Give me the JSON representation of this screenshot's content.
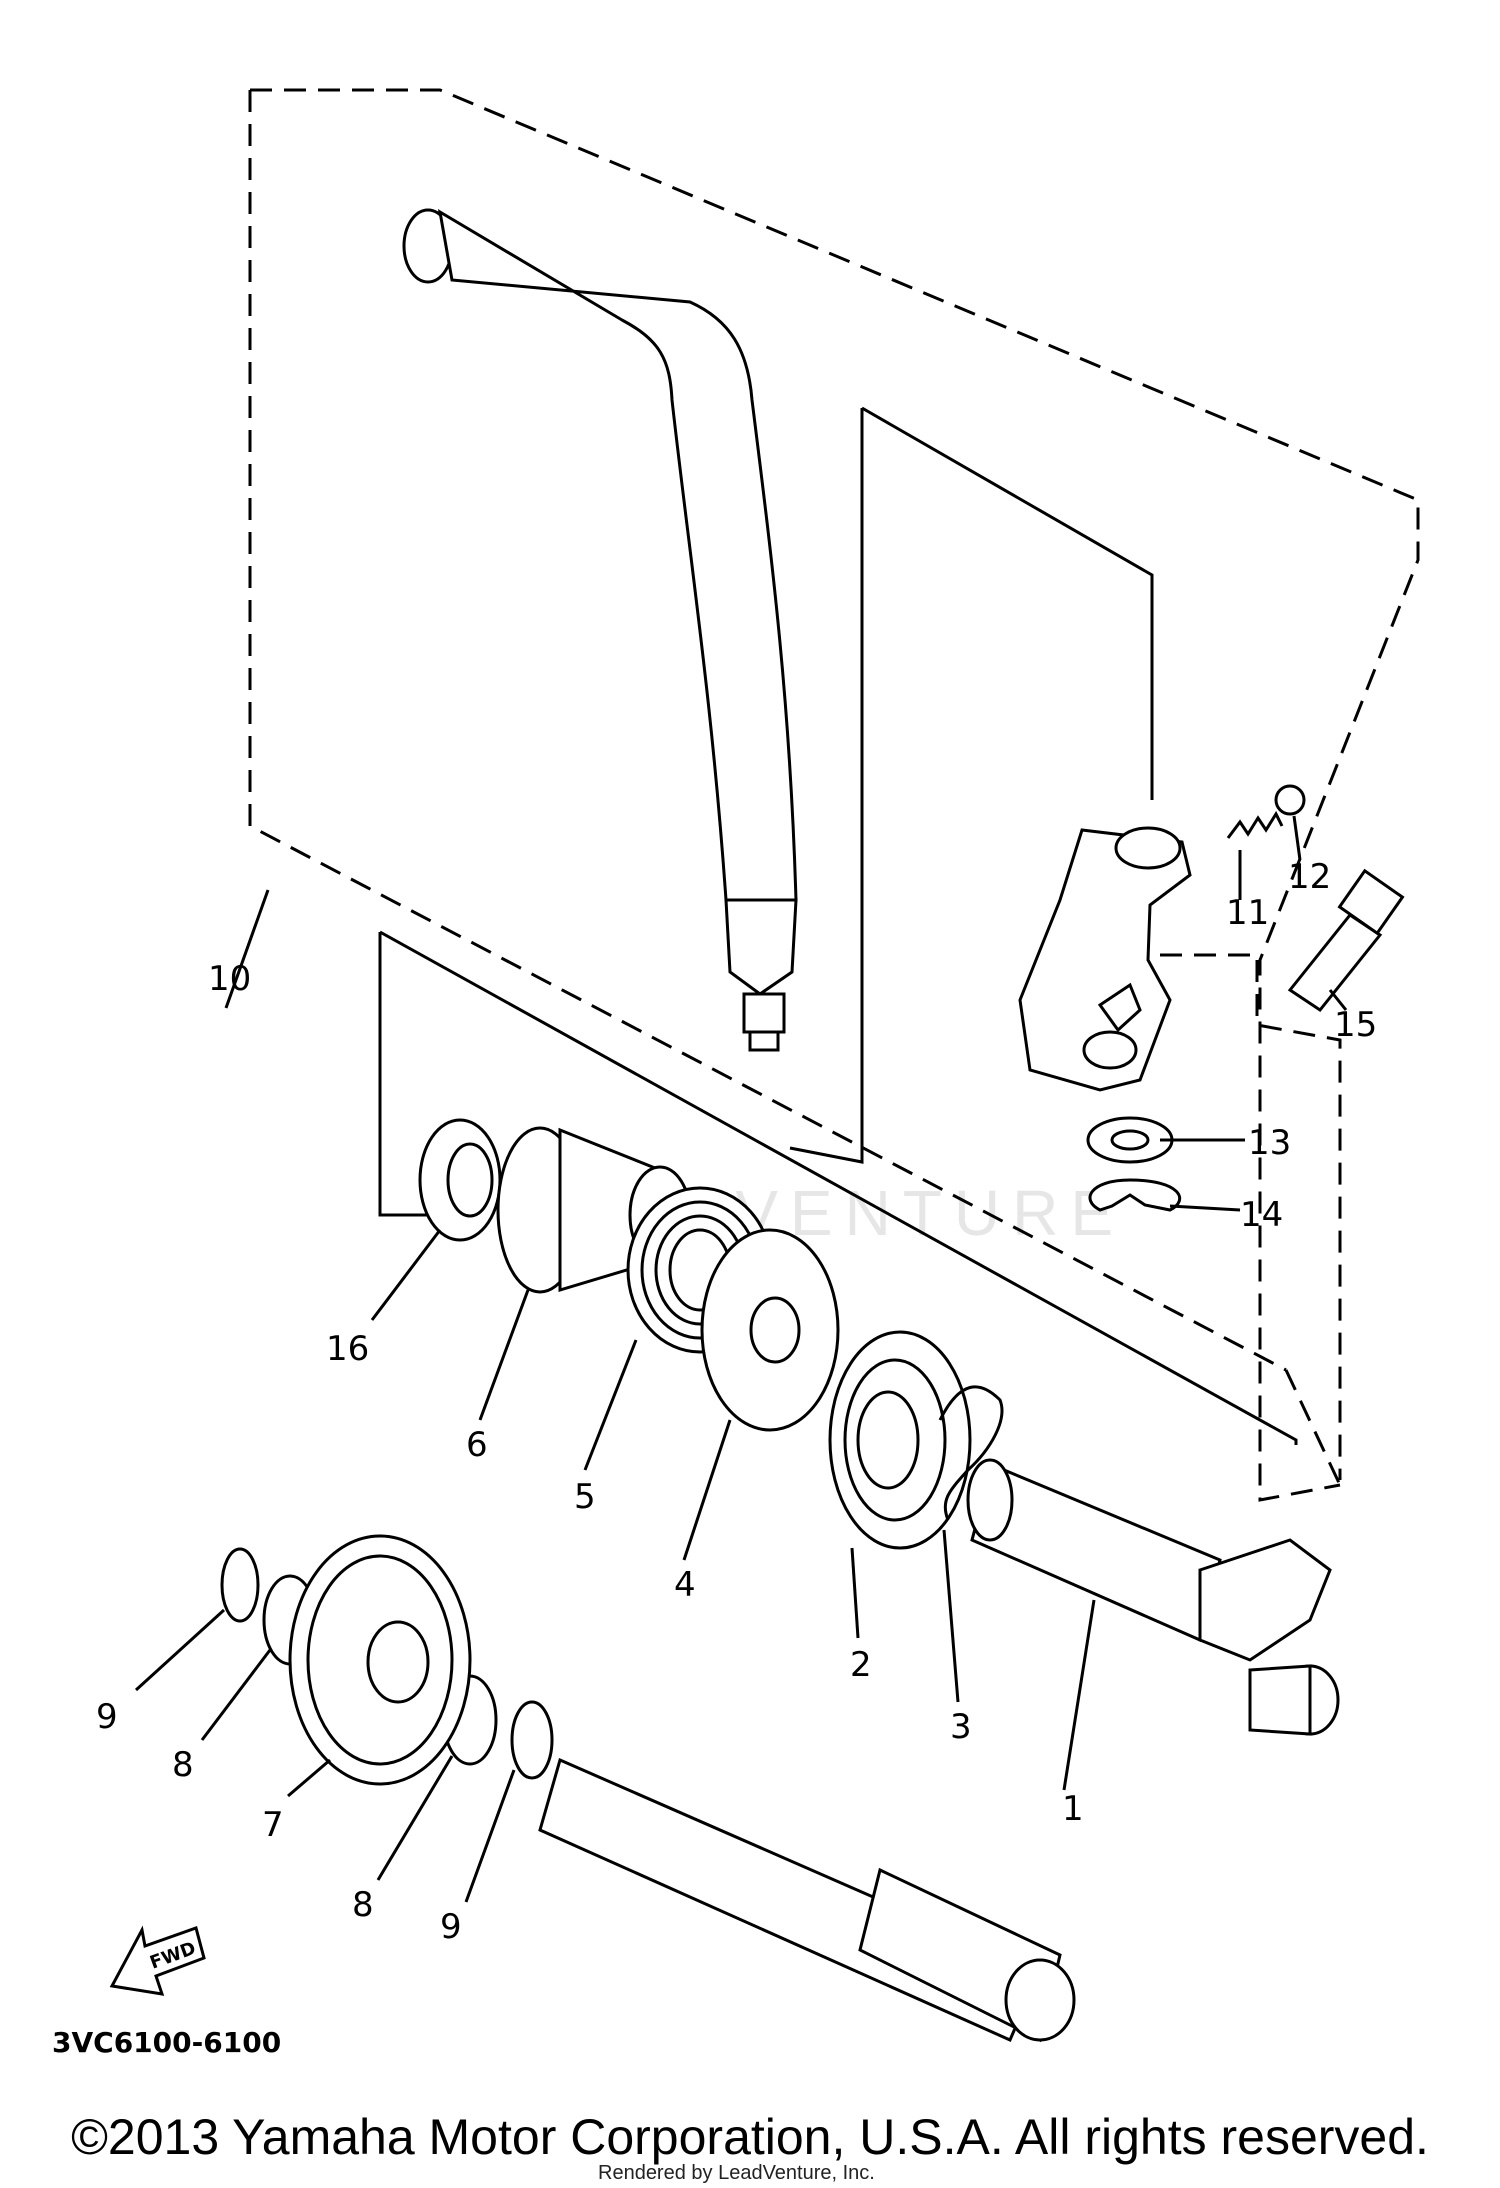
{
  "diagram": {
    "part_code": "3VC6100-6100",
    "watermark": "LEADVENTURE",
    "fwd_label": "FWD",
    "callouts": [
      "1",
      "2",
      "3",
      "4",
      "5",
      "6",
      "7",
      "8",
      "8",
      "9",
      "9",
      "10",
      "11",
      "12",
      "13",
      "14",
      "15",
      "16"
    ]
  },
  "footer": {
    "copyright": "©2013 Yamaha Motor Corporation, U.S.A. All rights reserved.",
    "rendered_by": "Rendered by LeadVenture, Inc."
  }
}
